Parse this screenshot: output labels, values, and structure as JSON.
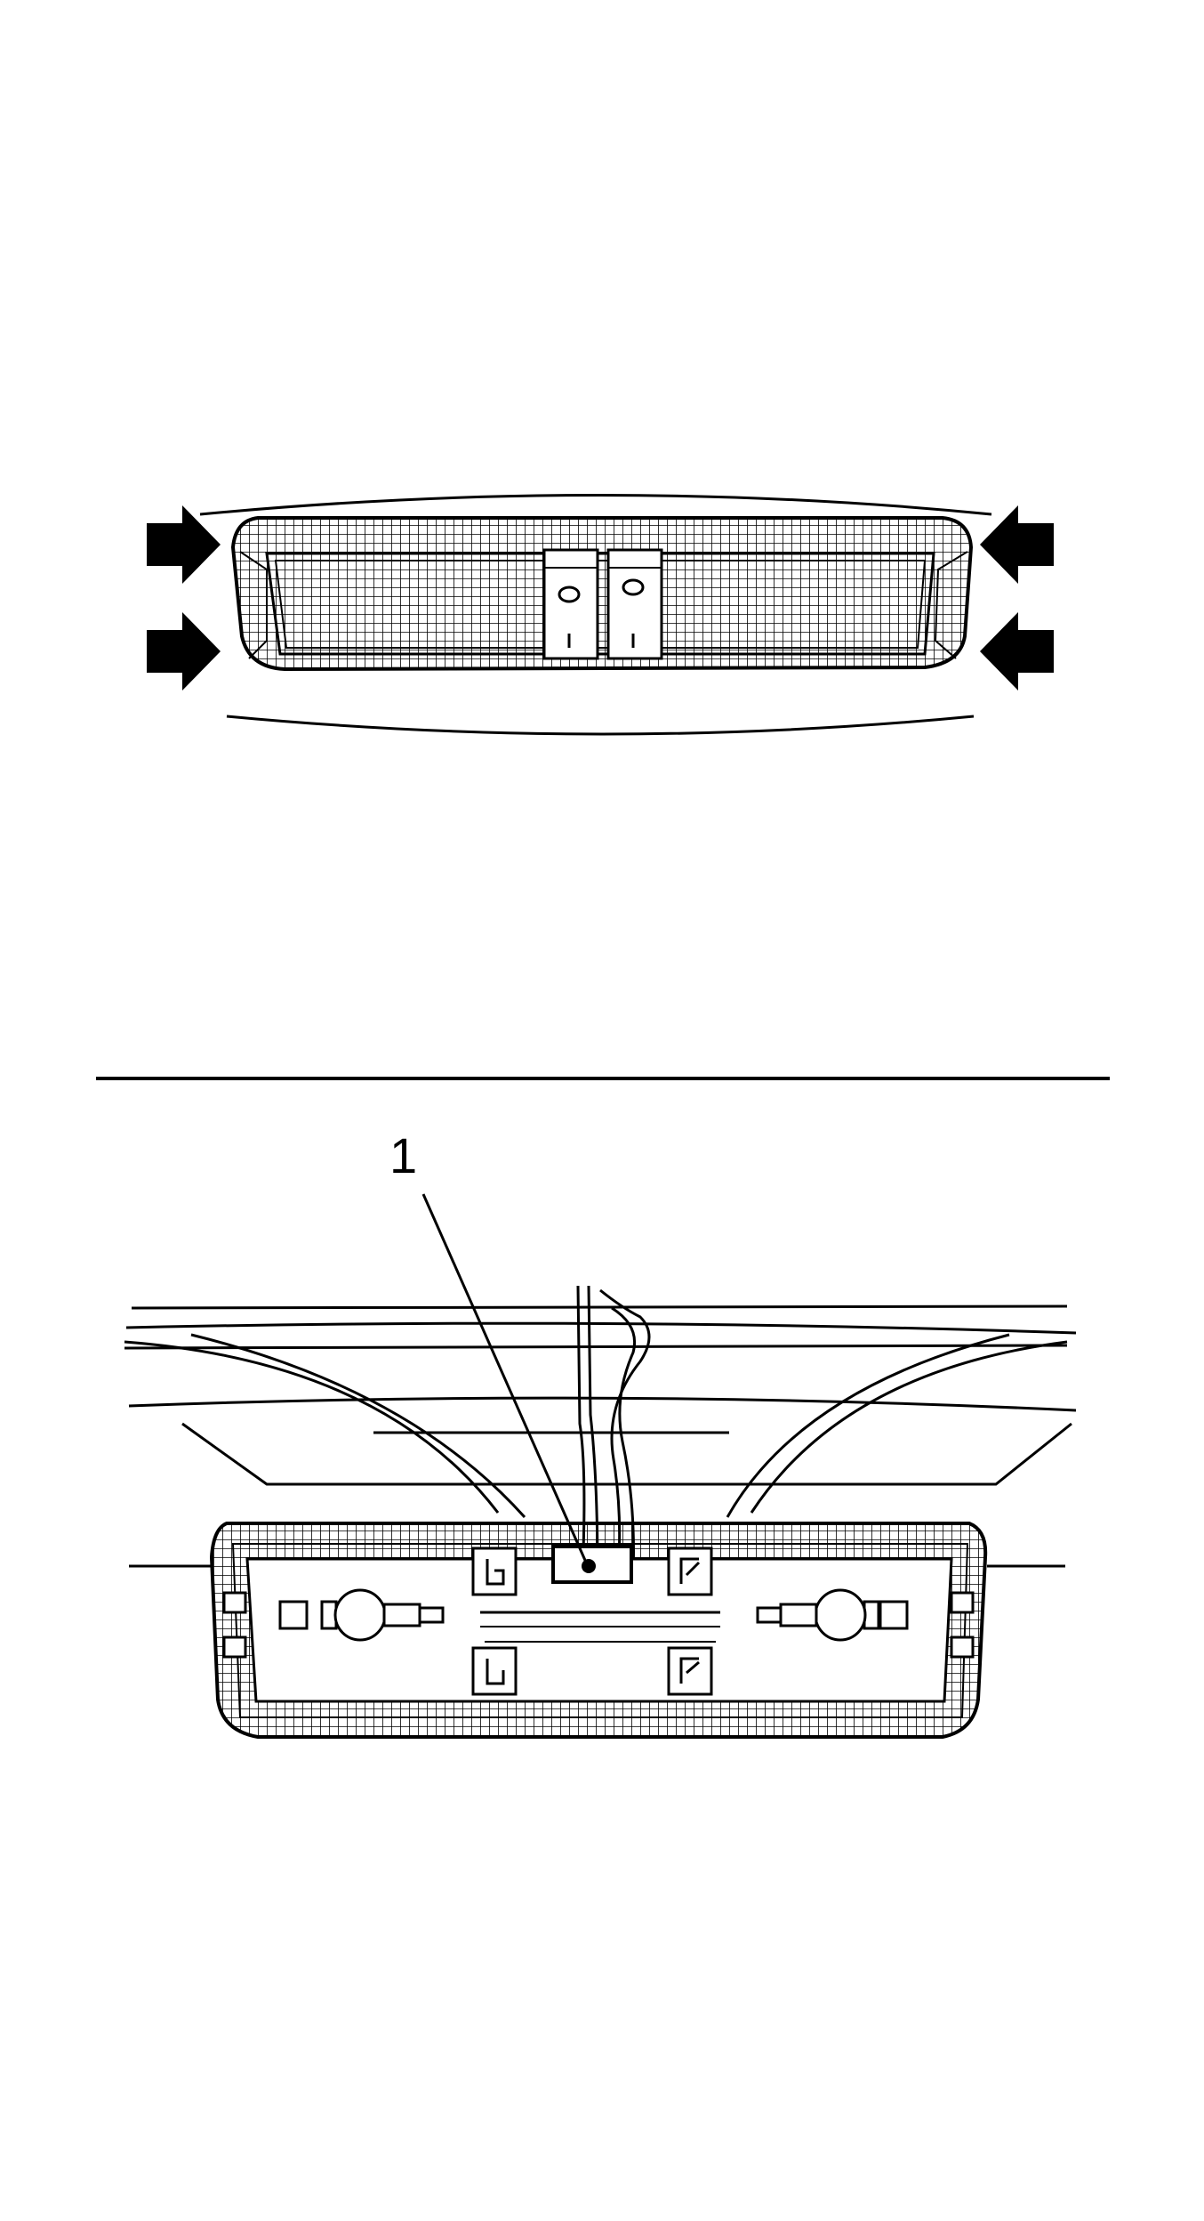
{
  "figure": {
    "callouts": [
      {
        "id": "1",
        "label": "1"
      }
    ],
    "colors": {
      "line": "#000000",
      "background": "#ffffff"
    },
    "panels": [
      {
        "name": "dome-lamp-lens-view",
        "arrows": 4
      },
      {
        "name": "dome-lamp-connector-view"
      }
    ]
  }
}
